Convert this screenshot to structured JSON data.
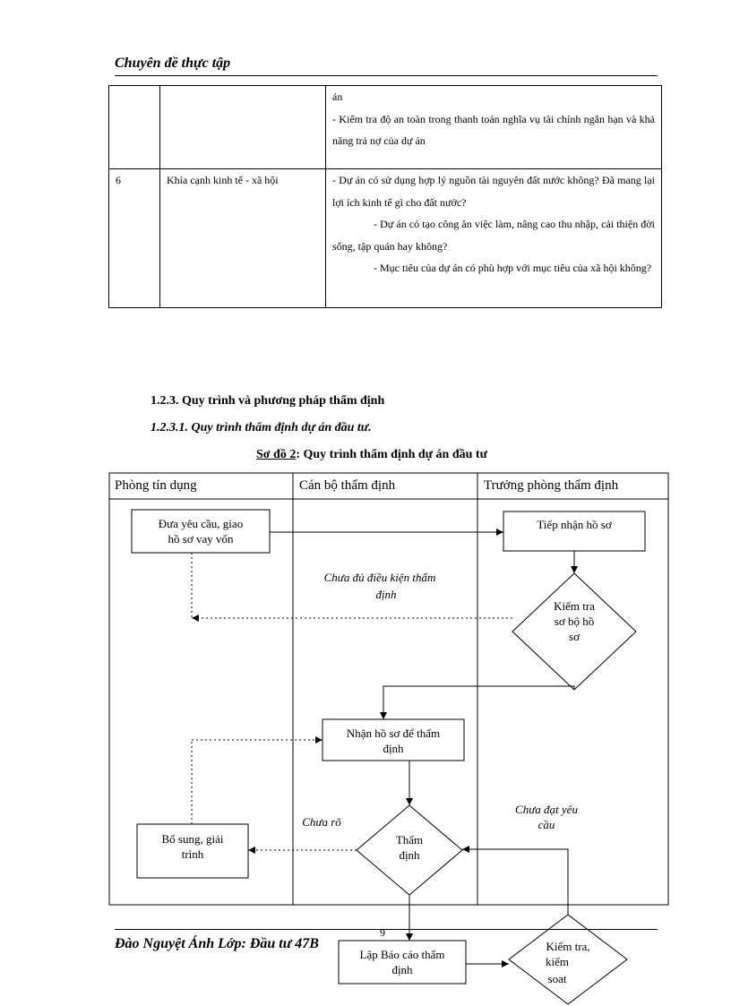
{
  "header": {
    "title": "Chuyên đề thực tập"
  },
  "criteria_table": {
    "rows": [
      {
        "no": "",
        "aspect": "",
        "content": [
          "án",
          "- Kiểm tra độ an toàn trong thanh toán nghĩa vụ tài chính ngắn hạn và khả năng trả nợ của dự án"
        ]
      },
      {
        "no": "6",
        "aspect": "Khía cạnh kinh tế - xã hội",
        "content": [
          "- Dự án có sử dụng hợp lý nguồn tài nguyên đất nước không? Đã mang lại lợi ích kinh tế gì cho đất nước?",
          "- Dự án có tạo công ăn việc làm, nâng cao thu nhập, cải thiện đời sống, tập quán hay không?",
          "- Mục tiêu của dự án có phù hợp với mục tiêu của xã hội không?"
        ]
      }
    ]
  },
  "section": {
    "heading": "1.2.3. Quy trình và phương pháp thẩm định",
    "subheading": "1.2.3.1. Quy trình thẩm định dự án đầu tư."
  },
  "diagram": {
    "caption_prefix": "Sơ đồ 2",
    "caption_rest": ": Quy trình thẩm định dự án đầu tư",
    "lanes": [
      "Phòng tín dụng",
      "Cán bộ thẩm định",
      "Trưởng phòng thẩm định"
    ],
    "nodes": {
      "submit": [
        "Đưa yêu cầu, giao",
        "hồ sơ vay vốn"
      ],
      "receive": [
        "Tiếp nhận hồ sơ"
      ],
      "precheck": [
        "Kiểm tra",
        "sơ bộ hồ",
        "sơ"
      ],
      "accept": [
        "Nhận hồ sơ để thẩm",
        "định"
      ],
      "appraise": [
        "Thẩm",
        "định"
      ],
      "supplement": [
        "Bổ sung, giải",
        "trình"
      ],
      "report": [
        "Lập Báo cáo thẩm",
        "định"
      ],
      "control": [
        "Kiểm tra,",
        "kiểm",
        "soat"
      ]
    },
    "notes": {
      "not_eligible": [
        "Chưa đủ điều kiện thẩm",
        "định"
      ],
      "unclear": [
        "Chưa rõ"
      ],
      "not_satisfied": [
        "Chưa đạt yêu",
        "cầu"
      ]
    }
  },
  "footer": {
    "author": "Đào Nguyệt Ánh Lớp: Đầu tư 47B",
    "page_number": "9"
  }
}
